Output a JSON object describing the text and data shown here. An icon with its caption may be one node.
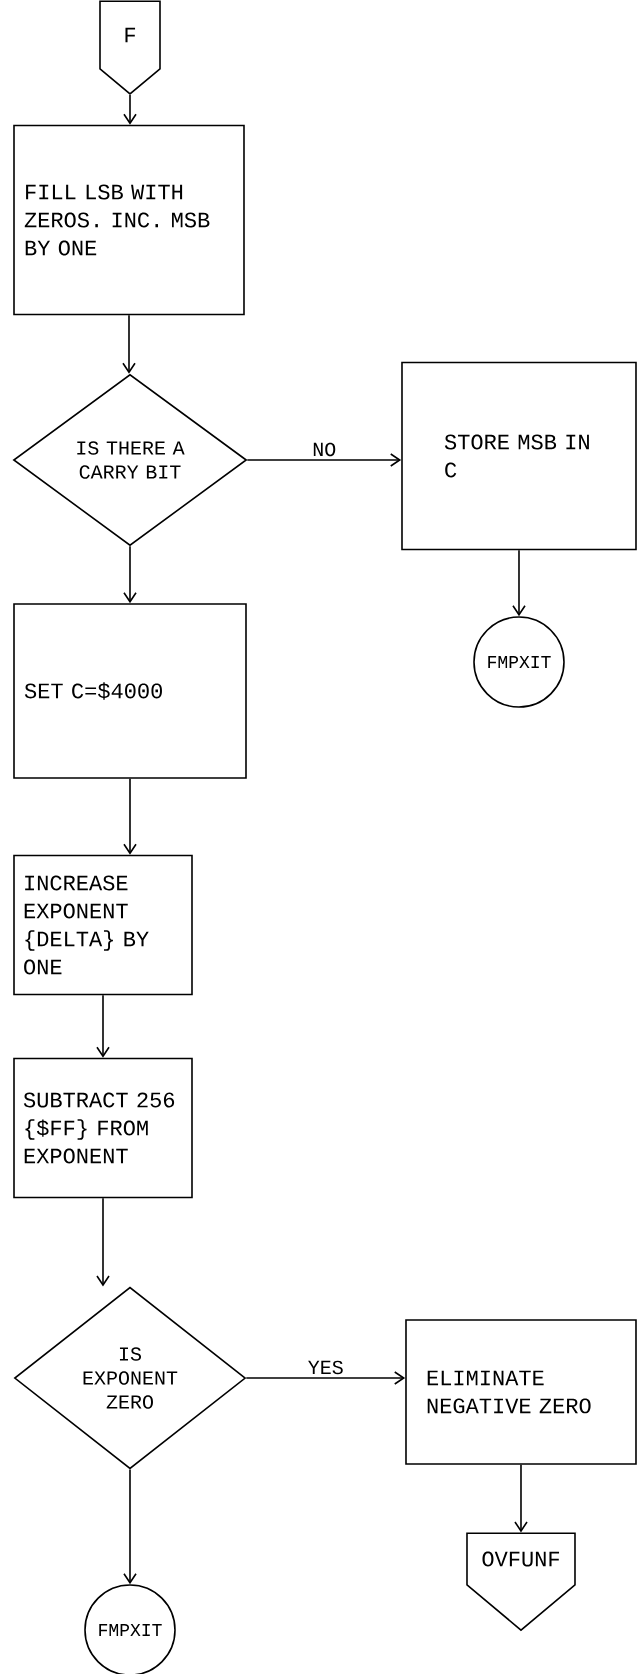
{
  "diagram": {
    "nodes": [
      {
        "text": [
          "F"
        ]
      },
      {
        "text": [
          "FILL LSB WITH ZEROS. INC. MSB BY ONE"
        ]
      },
      {
        "text": [
          "IS THERE A CARRY BIT"
        ]
      },
      {
        "text": [
          "STORE MSB IN C"
        ]
      },
      {
        "text": [
          "FMPXIT"
        ]
      },
      {
        "text": [
          "SET C=$4000"
        ]
      },
      {
        "text": [
          "INCREASE EXPONENT {DELTA} BY ONE"
        ]
      },
      {
        "text": [
          "SUBTRACT 256 {$FF} FROM EXPONENT"
        ]
      },
      {
        "text": [
          "IS EXPONENT ZERO"
        ]
      },
      {
        "text": [
          "ELIMINATE NEGATIVE ZERO"
        ]
      },
      {
        "text": [
          "OVFUNF"
        ]
      },
      {
        "text": [
          "FMPXIT"
        ]
      }
    ],
    "edges": [
      {
        "from": 0,
        "to": 1,
        "arrow": "to"
      },
      {
        "from": 1,
        "to": 2,
        "arrow": "to"
      },
      {
        "from": 2,
        "to": 3,
        "arrow": "to",
        "label": "NO"
      },
      {
        "from": 2,
        "to": 5,
        "arrow": "to"
      },
      {
        "from": 3,
        "to": 4,
        "arrow": "to"
      },
      {
        "from": 5,
        "to": 6,
        "arrow": "to"
      },
      {
        "from": 6,
        "to": 7,
        "arrow": "to"
      },
      {
        "from": 7,
        "to": 8,
        "arrow": "to"
      },
      {
        "from": 8,
        "to": 9,
        "arrow": "to",
        "label": "YES"
      },
      {
        "from": 9,
        "to": 10,
        "arrow": "to"
      },
      {
        "from": 8,
        "to": 11,
        "arrow": "to"
      }
    ]
  }
}
